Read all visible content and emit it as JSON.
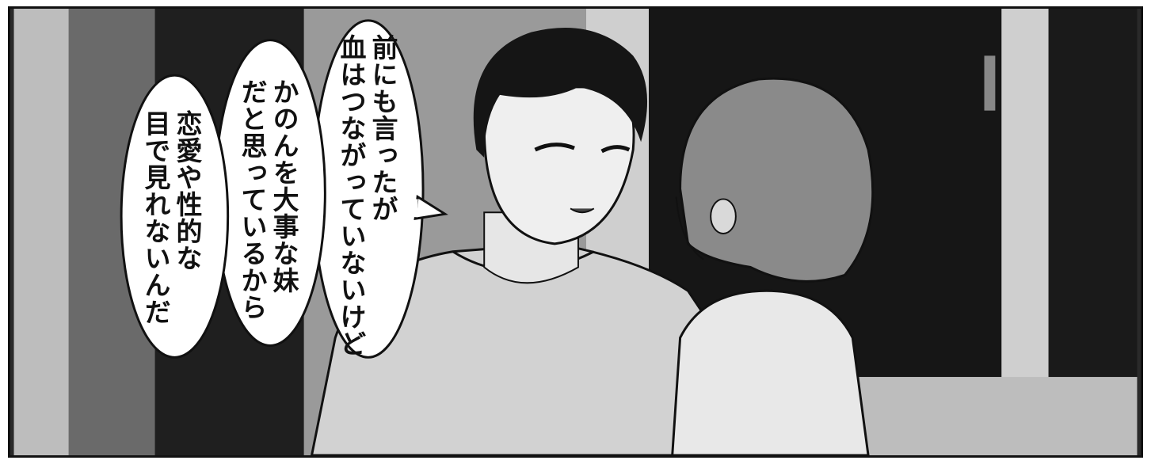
{
  "panel": {
    "colors": {
      "border": "#111111",
      "background": "#2a2a2a",
      "bubble": "#ffffff"
    }
  },
  "dialogue": {
    "bubble_right": {
      "lines": [
        "前にも言ったが",
        "血はつながっていないけど"
      ]
    },
    "bubble_middle": {
      "lines": [
        "かのんを大事な妹",
        "だと思っているから"
      ]
    },
    "bubble_left": {
      "lines": [
        "恋愛や性的な",
        "目で見れないんだ"
      ]
    }
  }
}
